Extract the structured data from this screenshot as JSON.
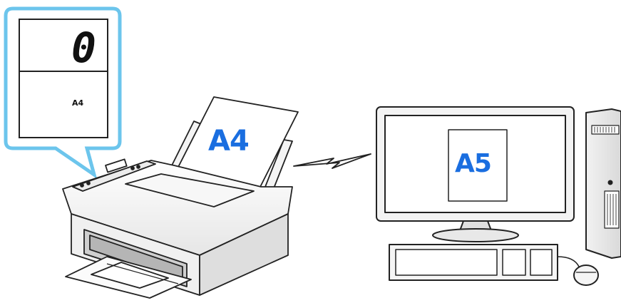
{
  "lcd": {
    "count": "0",
    "paper_size": "A4"
  },
  "printer": {
    "paper_label": "A4"
  },
  "computer": {
    "screen_paper_label": "A5"
  },
  "colors": {
    "accent": "#1a6ee0",
    "callout_border": "#6cc5ec",
    "outline": "#222222"
  }
}
